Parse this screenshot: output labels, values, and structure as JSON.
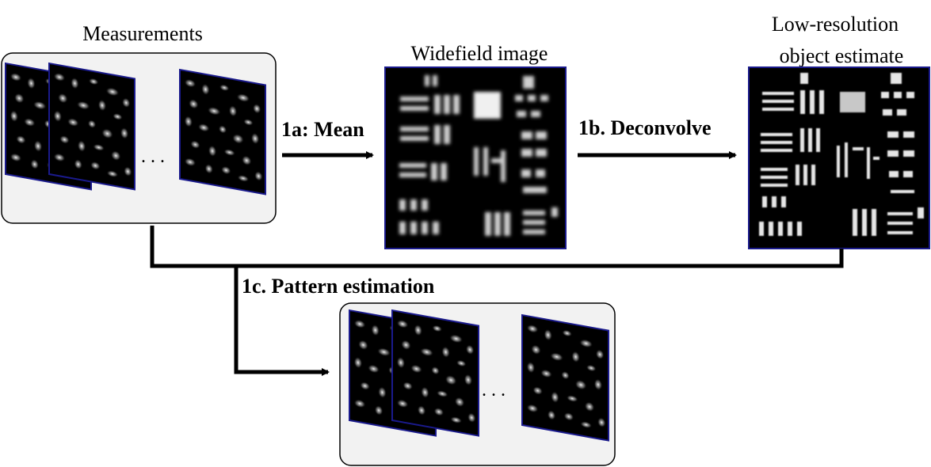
{
  "labels": {
    "measurements": "Measurements",
    "widefield": "Widefield image",
    "lowres_line1": "Low-resolution",
    "lowres_line2": "object estimate",
    "step_mean": "1a: Mean",
    "step_deconvolve": "1b. Deconvolve",
    "step_pattern": "1c. Pattern estimation"
  },
  "ellipsis": ". . .",
  "colors": {
    "panel_fill": "#f2f2f2",
    "panel_stroke": "#000000",
    "image_border": "#1a1a8c",
    "image_bg": "#000000",
    "arrow": "#000000"
  }
}
